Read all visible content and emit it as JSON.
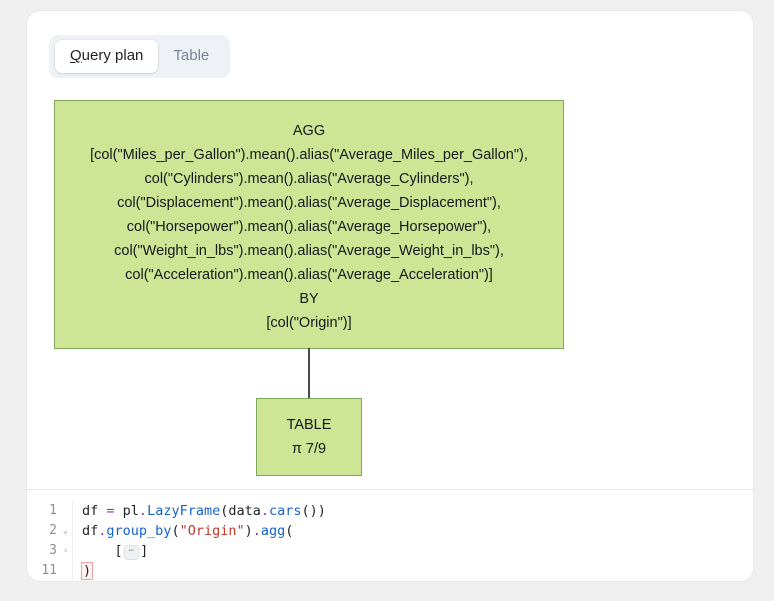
{
  "tabs": [
    {
      "label": "Query plan",
      "accesskey": "Q",
      "rest": "uery plan",
      "active": true
    },
    {
      "label": "Table",
      "active": false
    }
  ],
  "plan": {
    "nodes": [
      {
        "id": "agg",
        "title": "AGG",
        "lines": [
          "AGG",
          "[col(\"Miles_per_Gallon\").mean().alias(\"Average_Miles_per_Gallon\"),",
          "col(\"Cylinders\").mean().alias(\"Average_Cylinders\"),",
          "col(\"Displacement\").mean().alias(\"Average_Displacement\"),",
          "col(\"Horsepower\").mean().alias(\"Average_Horsepower\"),",
          "col(\"Weight_in_lbs\").mean().alias(\"Average_Weight_in_lbs\"),",
          "col(\"Acceleration\").mean().alias(\"Average_Acceleration\")]",
          "BY",
          "[col(\"Origin\")]"
        ]
      },
      {
        "id": "table",
        "lines": [
          "TABLE",
          "π 7/9"
        ]
      }
    ],
    "colors": {
      "node_fill": "#cde595",
      "node_border": "#7fa85f",
      "connector": "#444a4f"
    }
  },
  "editor": {
    "lines": [
      {
        "number": "1",
        "fold": "",
        "tokens": [
          {
            "t": "df ",
            "c": "plain"
          },
          {
            "t": "=",
            "c": "op"
          },
          {
            "t": " pl",
            "c": "plain"
          },
          {
            "t": ".",
            "c": "dot"
          },
          {
            "t": "LazyFrame",
            "c": "fn"
          },
          {
            "t": "(data",
            "c": "plain"
          },
          {
            "t": ".",
            "c": "dot"
          },
          {
            "t": "cars",
            "c": "fn"
          },
          {
            "t": "())",
            "c": "plain"
          }
        ]
      },
      {
        "number": "2",
        "fold": "open",
        "tokens": [
          {
            "t": "df",
            "c": "plain"
          },
          {
            "t": ".",
            "c": "dot"
          },
          {
            "t": "group_by",
            "c": "fn"
          },
          {
            "t": "(",
            "c": "plain"
          },
          {
            "t": "\"Origin\"",
            "c": "str"
          },
          {
            "t": ")",
            "c": "plain"
          },
          {
            "t": ".",
            "c": "dot"
          },
          {
            "t": "agg",
            "c": "fn"
          },
          {
            "t": "(",
            "c": "plain"
          }
        ]
      },
      {
        "number": "3",
        "fold": "closed",
        "tokens": [
          {
            "t": "    [",
            "c": "plain"
          },
          {
            "t": "⋯",
            "c": "chip"
          },
          {
            "t": "]",
            "c": "plain"
          }
        ]
      },
      {
        "number": "11",
        "fold": "",
        "tokens": [
          {
            "t": ")",
            "c": "bracket"
          }
        ]
      }
    ],
    "fold_open_glyph": "⌄",
    "fold_closed_glyph": "›"
  }
}
